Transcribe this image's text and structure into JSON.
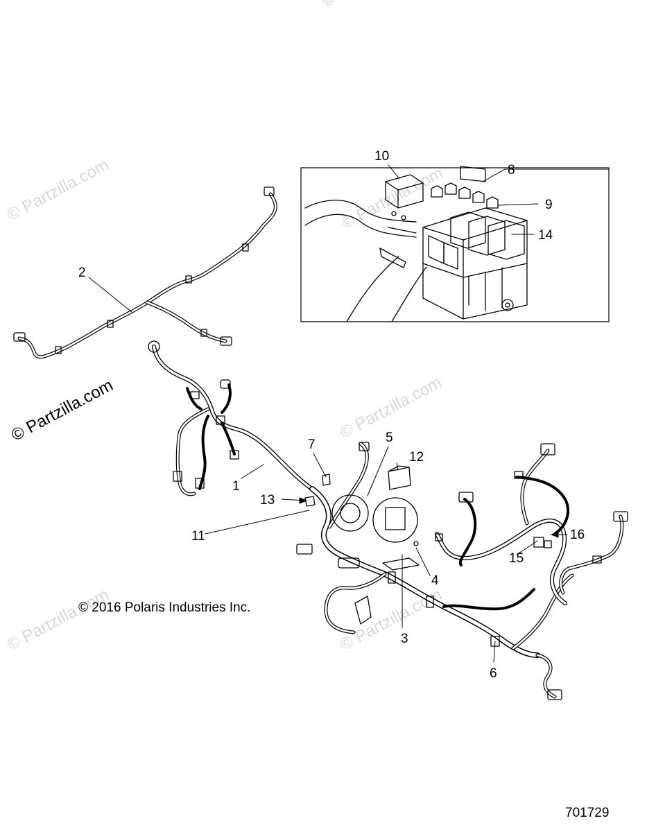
{
  "copyright": "© 2016 Polaris Industries Inc.",
  "diagram_id": "701729",
  "watermark": "© Partzilla.com",
  "callouts": [
    {
      "id": "c1",
      "text": "1"
    },
    {
      "id": "c2",
      "text": "2"
    },
    {
      "id": "c3",
      "text": "3"
    },
    {
      "id": "c4",
      "text": "4"
    },
    {
      "id": "c5",
      "text": "5"
    },
    {
      "id": "c6",
      "text": "6"
    },
    {
      "id": "c7",
      "text": "7"
    },
    {
      "id": "c8",
      "text": "8"
    },
    {
      "id": "c9",
      "text": "9"
    },
    {
      "id": "c10",
      "text": "10"
    },
    {
      "id": "c11",
      "text": "11"
    },
    {
      "id": "c12",
      "text": "12"
    },
    {
      "id": "c13",
      "text": "13"
    },
    {
      "id": "c14",
      "text": "14"
    },
    {
      "id": "c15",
      "text": "15"
    },
    {
      "id": "c16",
      "text": "16"
    }
  ]
}
